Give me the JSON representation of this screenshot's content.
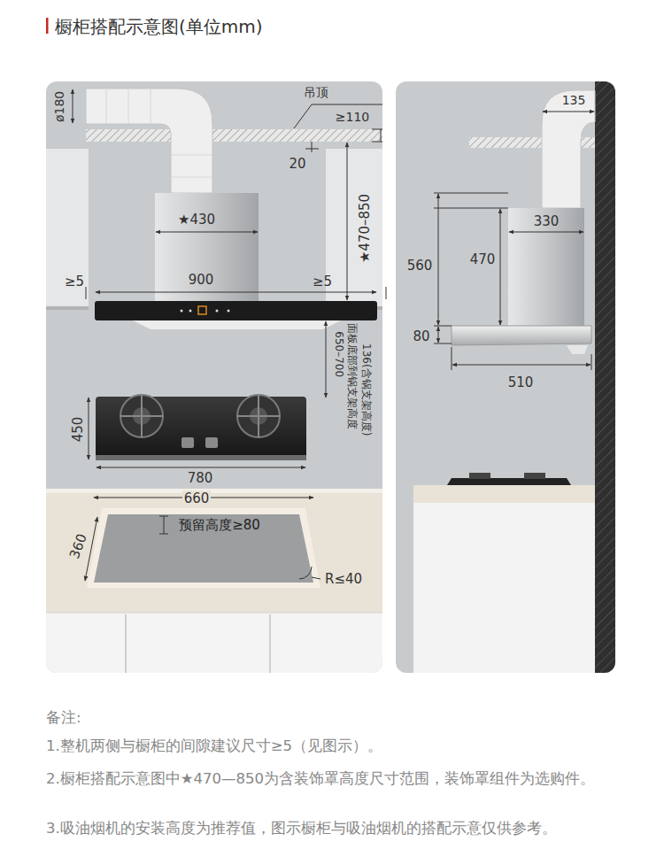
{
  "diagram": {
    "title": "橱柜搭配示意图(单位mm)",
    "labels": [
      "ø180",
      "吊顶",
      "≥110",
      "20",
      "★430",
      "★470–850",
      "≥5",
      "900",
      "≥5",
      "650–700",
      "面板底部到锅支架高度",
      "136(含锅支架高度)",
      "450",
      "780",
      "660",
      "预留高度≥80",
      "360",
      "R≤40",
      "135",
      "330",
      "560",
      "470",
      "80",
      "510",
      "备注:",
      "1.整机两侧与橱柜的间隙建议尺寸≥5（见图示）。",
      "2.橱柜搭配示意图中★470—850为含装饰罩高度尺寸范围，装饰罩组件为选购件。",
      "3.吸油烟机的安装高度为推荐值，图示橱柜与吸油烟机的搭配示意仅供参考。"
    ]
  }
}
